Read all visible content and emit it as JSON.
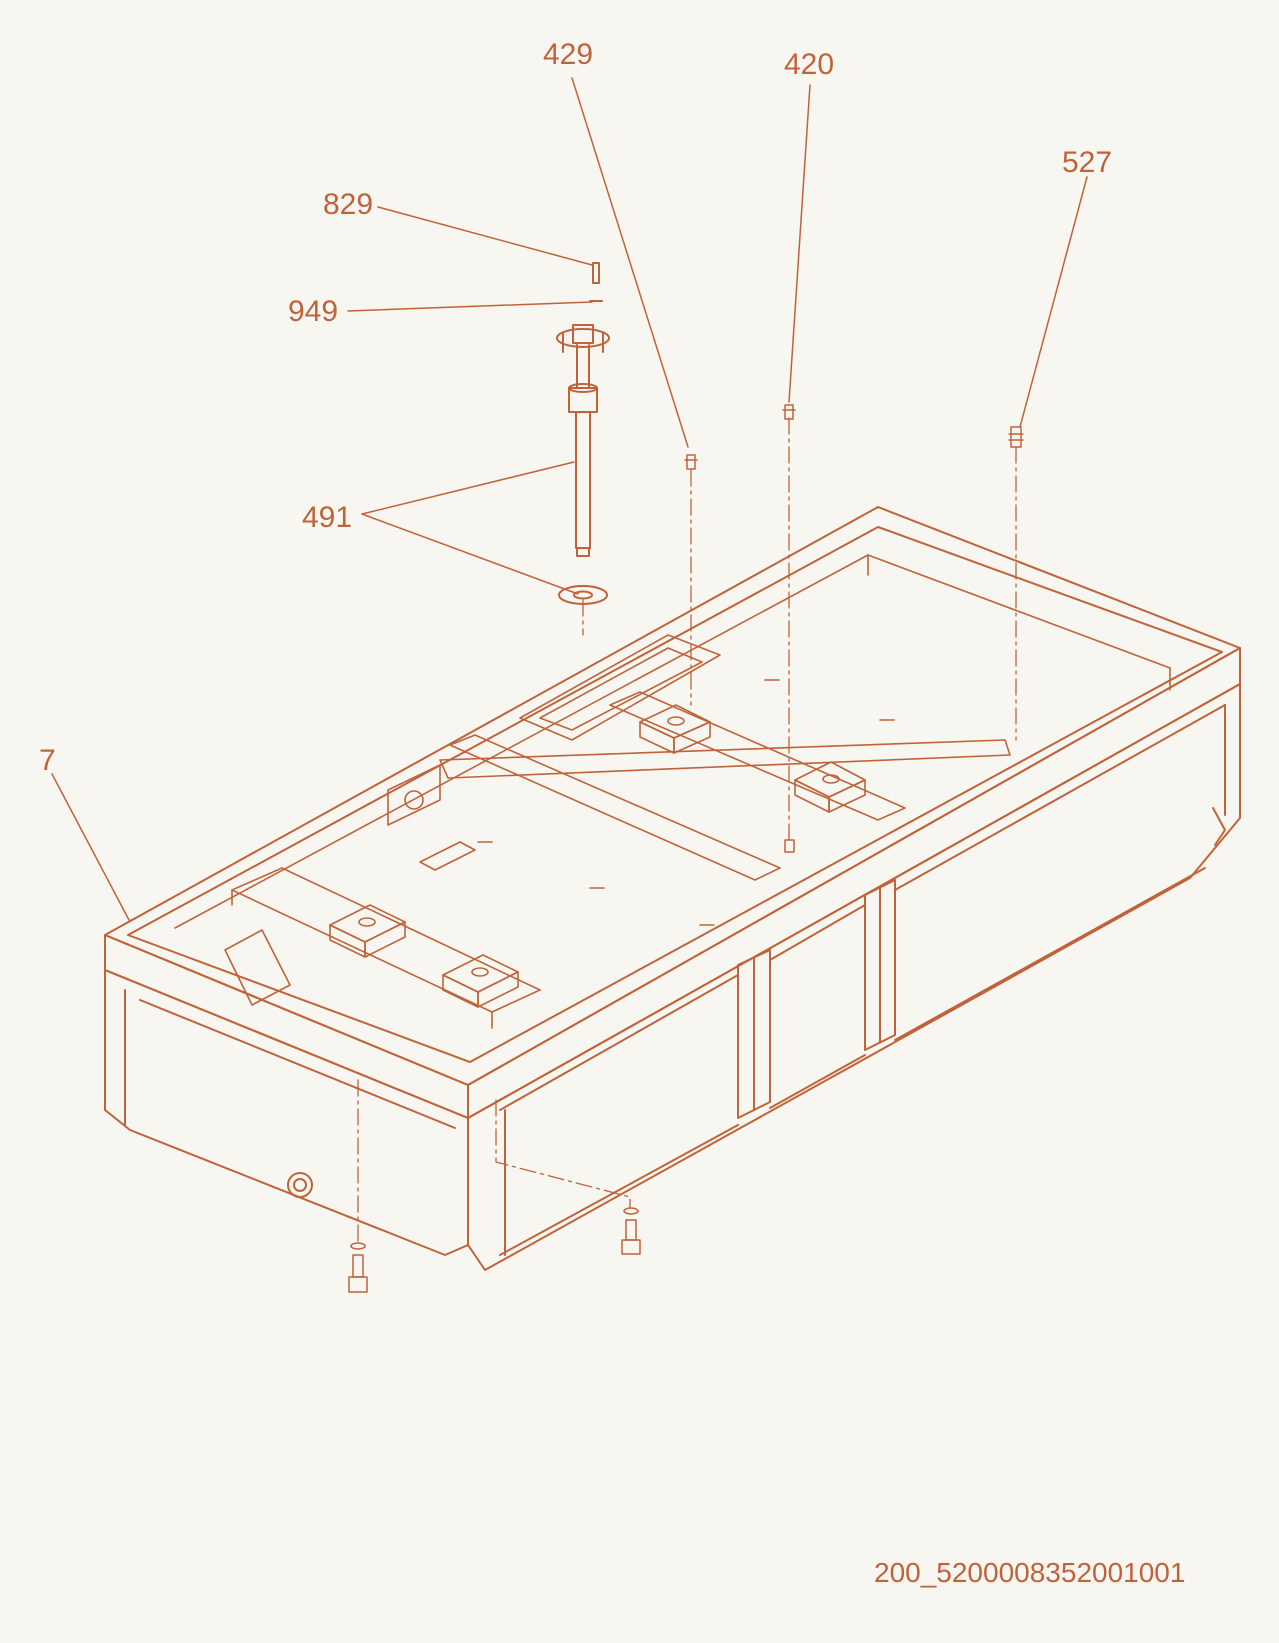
{
  "colors": {
    "ink": "#c0633a",
    "paper": "#f8f6f0"
  },
  "callouts": {
    "p429": "429",
    "p420": "420",
    "p527": "527",
    "p829": "829",
    "p949": "949",
    "p491": "491",
    "p7": "7"
  },
  "document_id": "200_5200008352001001"
}
